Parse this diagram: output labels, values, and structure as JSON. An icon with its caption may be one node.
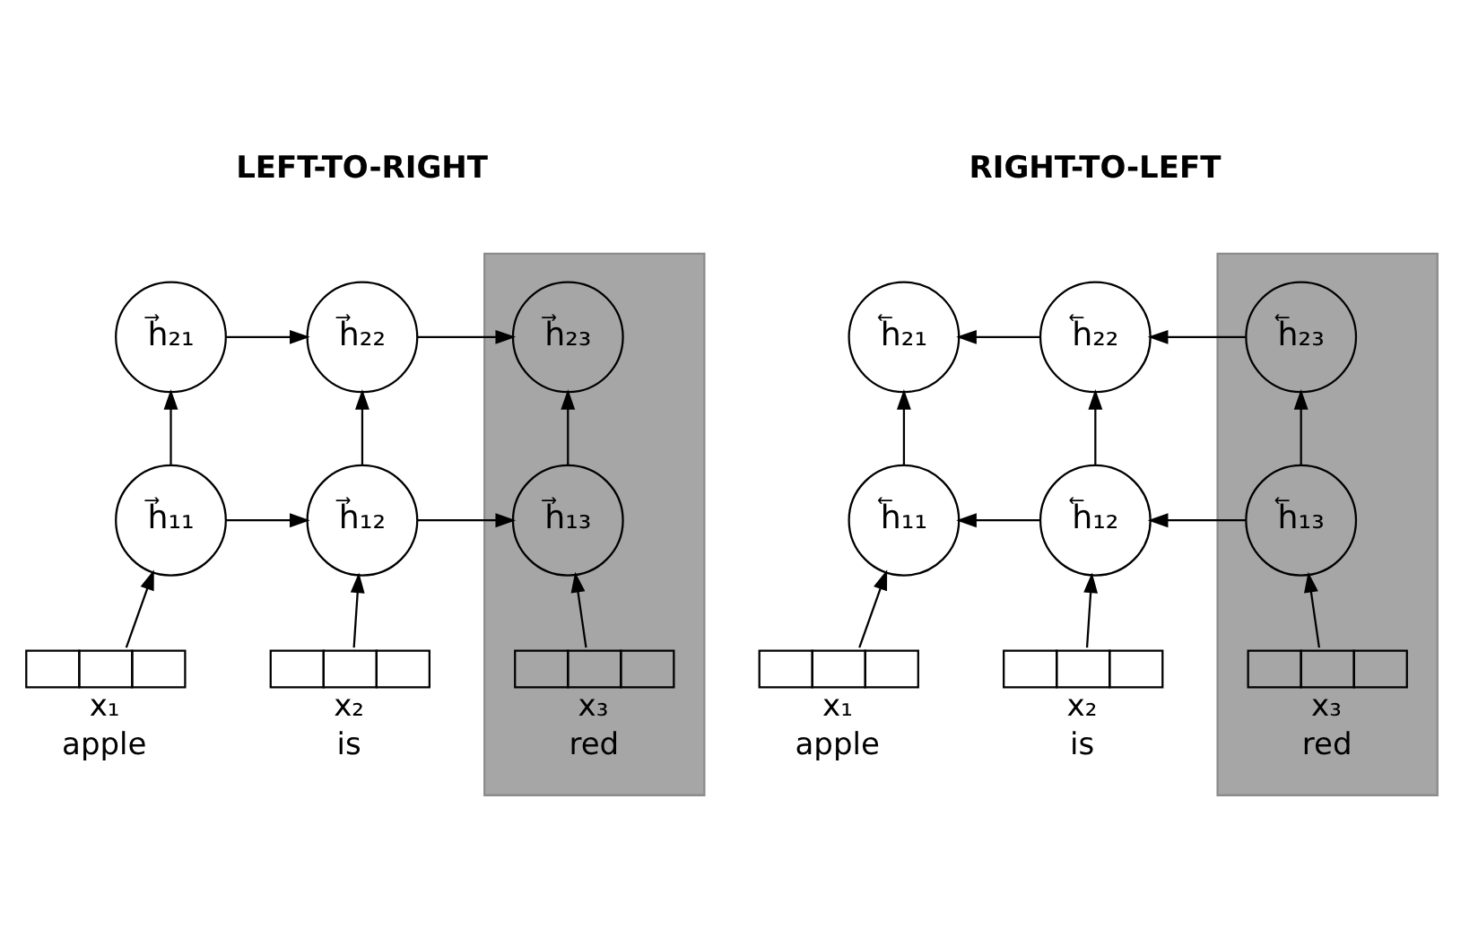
{
  "diagram": {
    "nodes": [
      {
        "text": [],
        "shape": "bar"
      },
      {
        "text": [
          "h⃗₂₁"
        ]
      },
      {
        "text": [
          "h⃗₂₂"
        ]
      },
      {
        "text": [
          "h⃗₂₃"
        ],
        "in": 0
      },
      {
        "text": [
          "h⃗₁₁"
        ]
      },
      {
        "text": [
          "h⃗₁₂"
        ]
      },
      {
        "text": [
          "h⃗₁₃"
        ],
        "in": 0
      },
      {
        "text": [],
        "shape": "box",
        "beside": [
          "x₁",
          "apple"
        ]
      },
      {
        "text": [],
        "shape": "box",
        "beside": [
          "x₂",
          "is"
        ]
      },
      {
        "text": [],
        "shape": "box",
        "beside": [
          "x₃",
          "red"
        ],
        "in": 0
      },
      {
        "text": [],
        "shape": "bar"
      },
      {
        "text": [
          "h⃖₂₁"
        ]
      },
      {
        "text": [
          "h⃖₂₂"
        ]
      },
      {
        "text": [
          "h⃖₂₃"
        ],
        "in": 10
      },
      {
        "text": [
          "h⃖₁₁"
        ]
      },
      {
        "text": [
          "h⃖₁₂"
        ]
      },
      {
        "text": [
          "h⃖₁₃"
        ],
        "in": 10
      },
      {
        "text": [],
        "shape": "box",
        "beside": [
          "x₁",
          "apple"
        ]
      },
      {
        "text": [],
        "shape": "box",
        "beside": [
          "x₂",
          "is"
        ]
      },
      {
        "text": [],
        "shape": "box",
        "beside": [
          "x₃",
          "red"
        ],
        "in": 10
      }
    ],
    "edges": [
      {
        "from": 4,
        "to": 1,
        "arrow": "to"
      },
      {
        "from": 5,
        "to": 2,
        "arrow": "to"
      },
      {
        "from": 6,
        "to": 3,
        "arrow": "to"
      },
      {
        "from": 1,
        "to": 2,
        "arrow": "to"
      },
      {
        "from": 2,
        "to": 3,
        "arrow": "to"
      },
      {
        "from": 4,
        "to": 5,
        "arrow": "to"
      },
      {
        "from": 5,
        "to": 6,
        "arrow": "to"
      },
      {
        "from": 7,
        "to": 4,
        "arrow": "to"
      },
      {
        "from": 8,
        "to": 5,
        "arrow": "to"
      },
      {
        "from": 9,
        "to": 6,
        "arrow": "to"
      },
      {
        "from": 14,
        "to": 11,
        "arrow": "to"
      },
      {
        "from": 15,
        "to": 12,
        "arrow": "to"
      },
      {
        "from": 16,
        "to": 13,
        "arrow": "to"
      },
      {
        "from": 12,
        "to": 11,
        "arrow": "to"
      },
      {
        "from": 13,
        "to": 12,
        "arrow": "to"
      },
      {
        "from": 15,
        "to": 14,
        "arrow": "to"
      },
      {
        "from": 16,
        "to": 15,
        "arrow": "to"
      },
      {
        "from": 17,
        "to": 14,
        "arrow": "to"
      },
      {
        "from": 18,
        "to": 15,
        "arrow": "to"
      },
      {
        "from": 19,
        "to": 16,
        "arrow": "to"
      }
    ],
    "labels": [
      "LEFT-TO-RIGHT",
      "RIGHT-TO-LEFT"
    ]
  }
}
